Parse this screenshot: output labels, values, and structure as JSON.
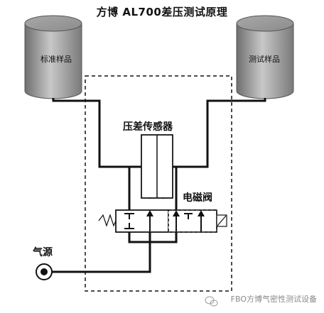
{
  "title": "方博  AL700差压测试原理",
  "labels": {
    "standard_sample": "标准样品",
    "test_sample": "测试样品",
    "pressure_sensor": "压差传感器",
    "solenoid_valve": "电磁阀",
    "gas_source": "气源"
  },
  "watermark": "FBO方博气密性测试设备"
}
